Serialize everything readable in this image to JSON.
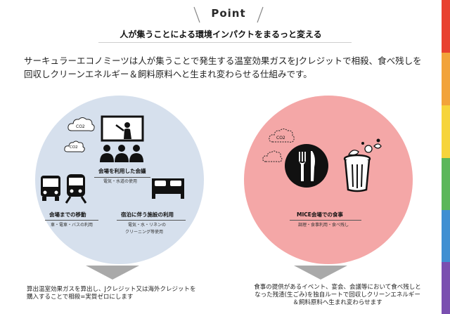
{
  "header": {
    "point_label": "Point",
    "headline": "人が集うことによる環境インパクトをまるっと変える",
    "description_line1": "サーキュラーエコノミーツは人が集うことで発生する温室効果ガスをJクレジットで相殺、食べ残しを",
    "description_line2": "回収しクリーンエネルギー＆飼料原料へと生まれ変わらせる仕組みです。"
  },
  "left_circle": {
    "co2_label": "CO2",
    "meeting": {
      "title": "会場を利用した会議",
      "detail": "電気・水道の使用"
    },
    "transport": {
      "title": "会場までの移動",
      "detail": "車・電車・バスの利用"
    },
    "lodging": {
      "title": "宿泊に伴う施設の利用",
      "detail_line1": "電気・水・リネンの",
      "detail_line2": "クリーニング等使用"
    },
    "footer_line1": "算出温室効果ガスを算出し、Jクレジット又は海外クレジットを",
    "footer_line2": "購入することで相殺=実質ゼロにします"
  },
  "right_circle": {
    "co2_label": "CO2",
    "food": {
      "title": "MICE会場での食事",
      "detail": "調理・食事利用・食べ残し"
    },
    "footer_line1": "食事の提供があるイベント、宴会、会議等において食べ残しと",
    "footer_line2": "なった残渣(生ごみ)を独自ルートで回収しクリーンエネルギー",
    "footer_line3": "＆飼料原料へ生まれ変わらせます"
  },
  "colors": {
    "left_circle_bg": "#d6e0ed",
    "right_circle_bg": "#f4a7a7",
    "arrow": "#a9a9a9",
    "rainbow": [
      "#e8412f",
      "#f2a33a",
      "#f6d43b",
      "#5bb75a",
      "#3f8fd2",
      "#7a4fb0"
    ]
  },
  "icons": [
    "cloud-icon",
    "presentation-icon",
    "audience-icon",
    "bus-icon",
    "train-icon",
    "bed-icon",
    "plate-cutlery-icon",
    "trash-bin-icon",
    "food-waste-icon"
  ]
}
